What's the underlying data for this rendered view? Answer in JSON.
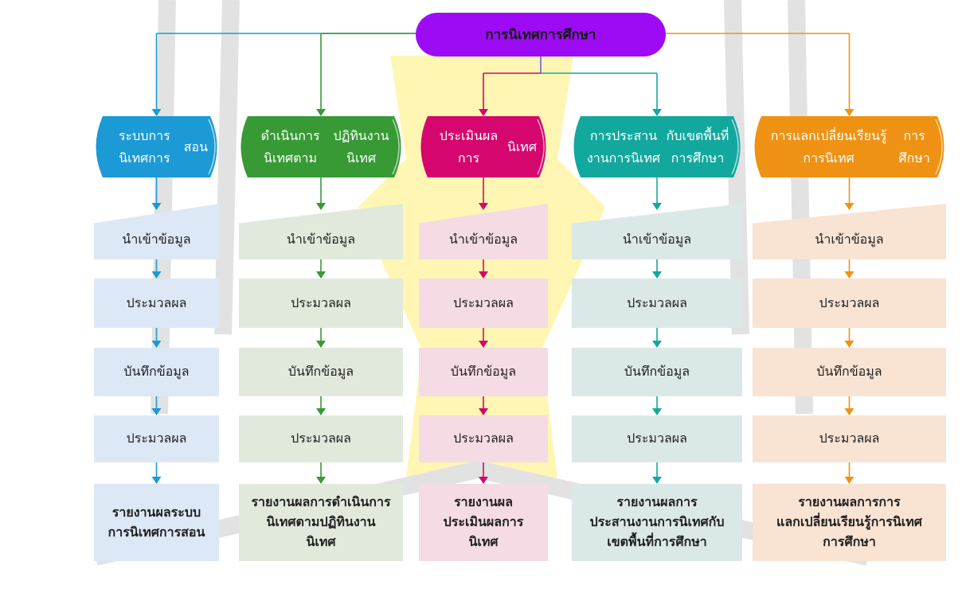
{
  "title": "การนิเทศการศึกษา",
  "colors": {
    "top": "#9d0bf5",
    "watermark": "#d9d9d9",
    "watermark_yellow": "#fff6b3"
  },
  "columns": [
    {
      "id": "c1",
      "header": [
        "ระบบการนิเทศการ",
        "สอน"
      ],
      "color": "#1b9ad6",
      "light": "#dce8f6",
      "steps": [
        "นำเข้าข้อมูล",
        "ประมวลผล",
        "บันทึกข้อมูล",
        "ประมวลผล"
      ],
      "report": [
        "รายงานผลระบบ",
        "การนิเทศการสอน"
      ]
    },
    {
      "id": "c2",
      "header": [
        "ดำเนินการนิเทศตาม",
        "ปฏิทินงานนิเทศ"
      ],
      "color": "#379a35",
      "light": "#e1e9dc",
      "steps": [
        "นำเข้าข้อมูล",
        "ประมวลผล",
        "บันทึกข้อมูล",
        "ประมวลผล"
      ],
      "report": [
        "รายงานผลการดำเนินการ",
        "นิเทศตามปฏิทินงาน",
        "นิเทศ"
      ]
    },
    {
      "id": "c3",
      "header": [
        "ประเมินผลการ",
        "นิเทศ"
      ],
      "color": "#d5066e",
      "light": "#f5dbe3",
      "steps": [
        "นำเข้าข้อมูล",
        "ประมวลผล",
        "บันทึกข้อมูล",
        "ประมวลผล"
      ],
      "report": [
        "รายงานผล",
        "ประเมินผลการ",
        "นิเทศ"
      ]
    },
    {
      "id": "c4",
      "header": [
        "การประสานงานการนิเทศ",
        "กับเขตพื้นที่การศึกษา"
      ],
      "color": "#13a89e",
      "light": "#dbe8e8",
      "steps": [
        "นำเข้าข้อมูล",
        "ประมวลผล",
        "บันทึกข้อมูล",
        "ประมวลผล"
      ],
      "report": [
        "รายงานผลการ",
        "ประสานงานการนิเทศกับ",
        "เขตพื้นที่การศึกษา"
      ]
    },
    {
      "id": "c5",
      "header": [
        "การแลกเปลี่ยนเรียนรู้การนิเทศ",
        "การศึกษา"
      ],
      "color": "#ef9214",
      "light": "#f9e3d3",
      "steps": [
        "นำเข้าข้อมูล",
        "ประมวลผล",
        "บันทึกข้อมูล",
        "ประมวลผล"
      ],
      "report": [
        "รายงานผลการการ",
        "แลกเปลี่ยนเรียนรู้การนิเทศ",
        "การศึกษา"
      ]
    }
  ]
}
